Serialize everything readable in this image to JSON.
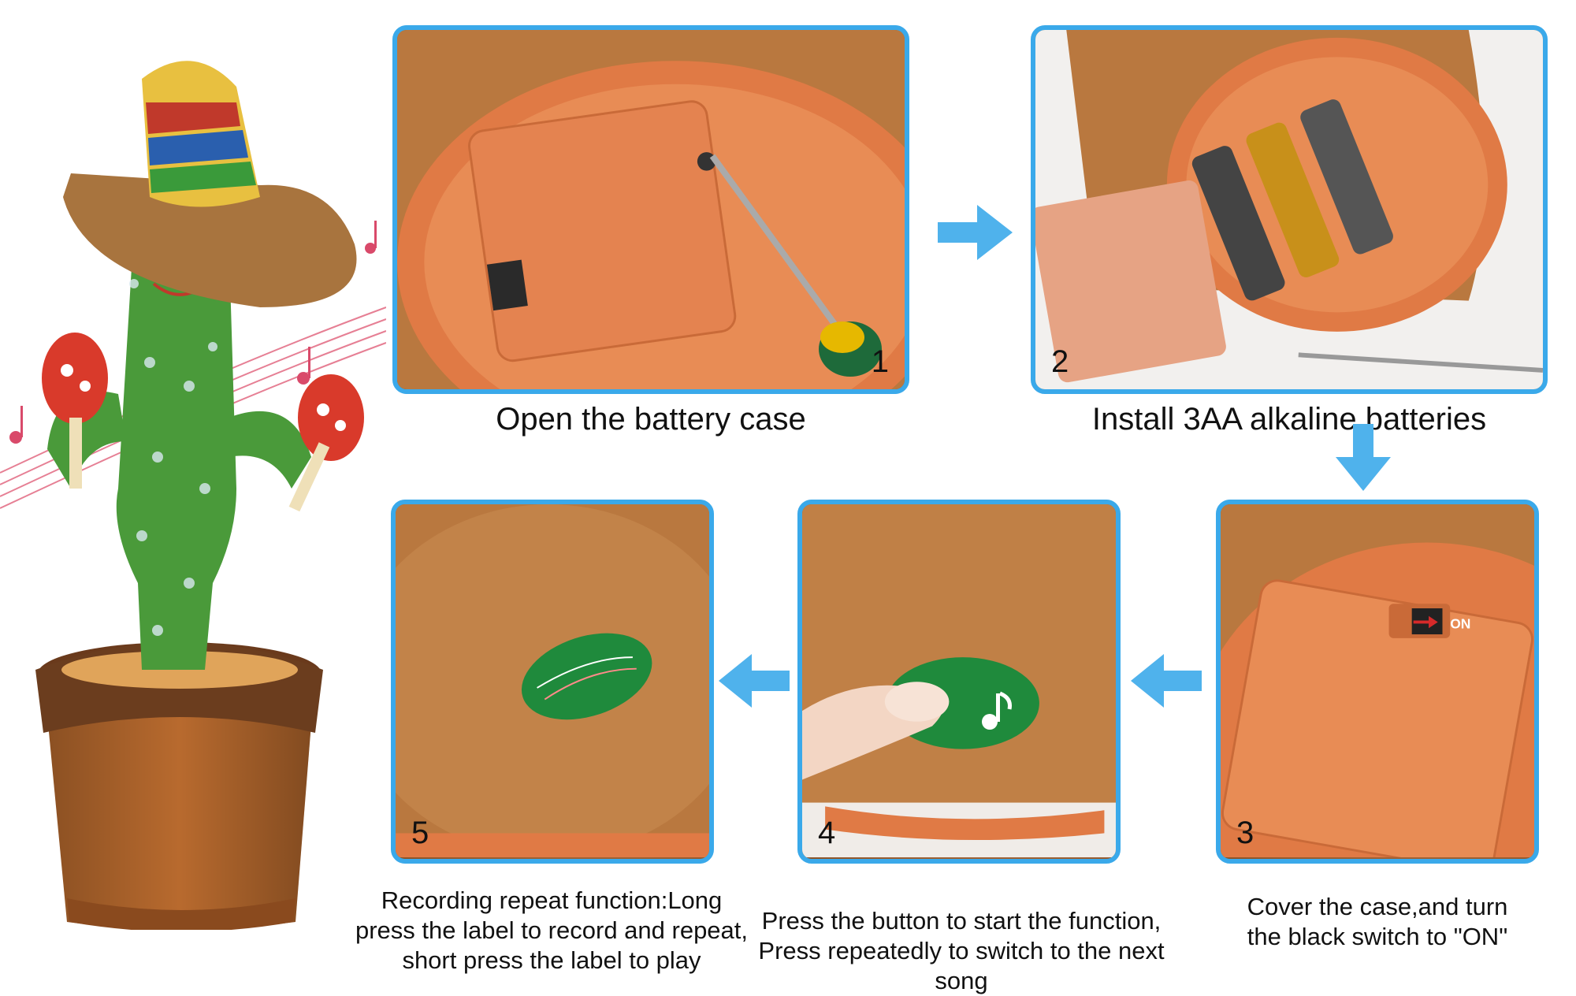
{
  "steps": [
    {
      "number": "1",
      "caption": "Open the battery case"
    },
    {
      "number": "2",
      "caption": "Install 3AA alkaline batteries"
    },
    {
      "number": "3",
      "caption_lines": [
        "Cover the case,and turn",
        "the black switch to \"ON\""
      ]
    },
    {
      "number": "4",
      "caption_lines": [
        "Press the button to start the function,",
        "Press repeatedly to switch to the next song"
      ]
    },
    {
      "number": "5",
      "caption_lines": [
        "Recording repeat function:Long",
        "press the label to record and repeat,",
        "short press the label to play"
      ]
    }
  ],
  "switch_label": "ON",
  "colors": {
    "panel_border": "#3aa9ea",
    "arrow": "#4fb2ec",
    "plush": "#b8773f",
    "plastic": "#e07a45",
    "label_green": "#1f8a3c"
  },
  "icons": {
    "flow_arrow": "arrow-icon",
    "cactus_toy": "cactus-toy-image",
    "screwdriver": "screwdriver-icon",
    "battery": "battery-icon",
    "music_note": "music-note-icon"
  }
}
